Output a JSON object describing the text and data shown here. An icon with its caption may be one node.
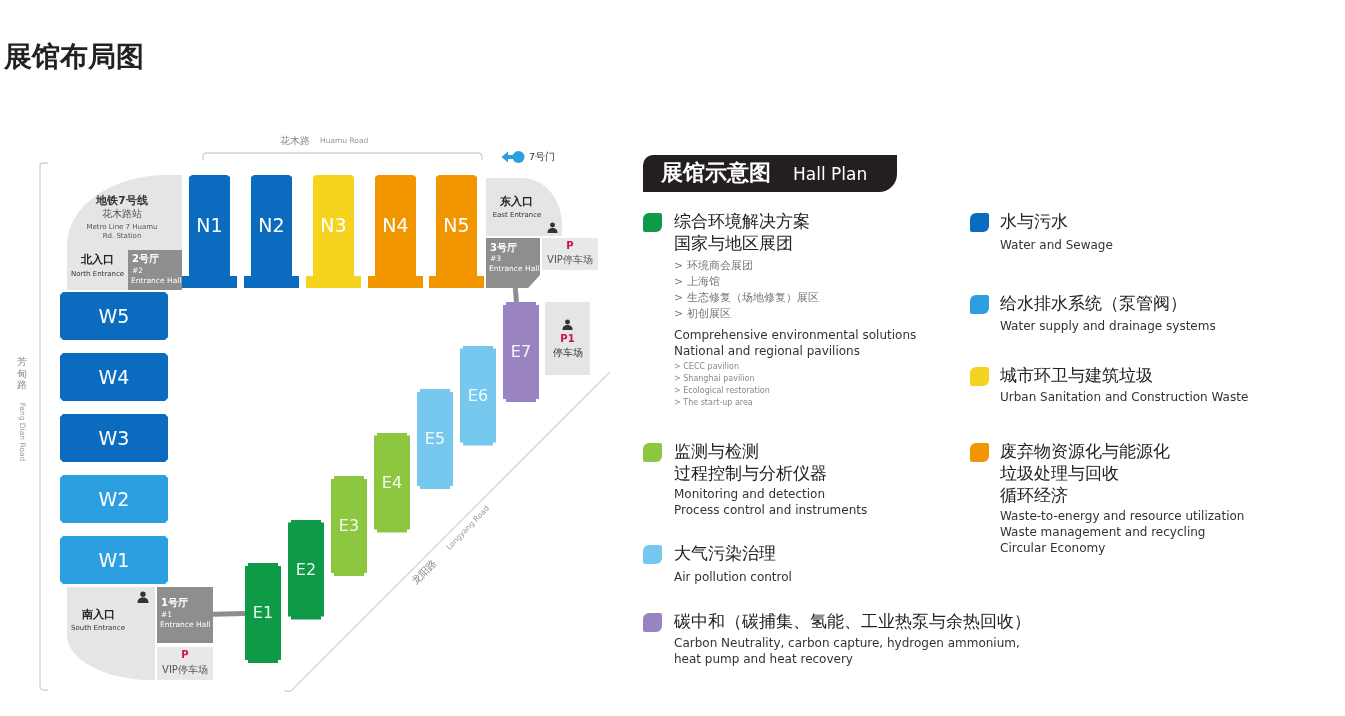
{
  "diagram": {
    "title": "展馆布局图",
    "nodes": [
      {
        "text": [
          "地铁7号线",
          "花木路站",
          "Metro Line 7 Huamu Rd. Station",
          "北入口",
          "North Entrance"
        ]
      },
      {
        "text": [
          "2号厅",
          "#2",
          "Entrance Hall"
        ],
        "in": 0
      },
      {
        "text": [
          "N1"
        ]
      },
      {
        "text": [
          "N2"
        ]
      },
      {
        "text": [
          "N3"
        ]
      },
      {
        "text": [
          "N4"
        ]
      },
      {
        "text": [
          "N5"
        ]
      },
      {
        "text": [
          "东入口",
          "East Entrance"
        ]
      },
      {
        "text": [
          "3号厅",
          "#3",
          "Entrance Hall"
        ]
      },
      {
        "text": [
          "P",
          "VIP停车场"
        ]
      },
      {
        "text": [
          "W5"
        ]
      },
      {
        "text": [
          "W4"
        ]
      },
      {
        "text": [
          "W3"
        ]
      },
      {
        "text": [
          "W2"
        ]
      },
      {
        "text": [
          "W1"
        ]
      },
      {
        "text": [
          "P1",
          "停车场"
        ]
      },
      {
        "text": [
          "E7"
        ]
      },
      {
        "text": [
          "E6"
        ]
      },
      {
        "text": [
          "E5"
        ]
      },
      {
        "text": [
          "E4"
        ]
      },
      {
        "text": [
          "E3"
        ]
      },
      {
        "text": [
          "E2"
        ]
      },
      {
        "text": [
          "E1"
        ]
      },
      {
        "text": [
          "南入口",
          "South Entrance"
        ]
      },
      {
        "text": [
          "1号厅",
          "#1",
          "Entrance Hall"
        ]
      },
      {
        "text": [
          "P",
          "VIP停车场"
        ]
      }
    ],
    "edges": [
      {
        "from": 8,
        "to": 16,
        "arrow": "none"
      },
      {
        "from": 24,
        "to": 22,
        "arrow": "none"
      }
    ],
    "labels": [
      "花木路",
      "Huamu Road",
      "7号门",
      "芳甸路",
      "Fang Dian Road",
      "龙阳路",
      "Longyang Road",
      "展馆示意图",
      "Hall Plan",
      "> 环境商会展团",
      "> 上海馆",
      "> 生态修复（场地修复）展区",
      "> 初创展区",
      "Comprehensive environmental solutions",
      "National and regional pavilions",
      "> CECC pavilion",
      "> Shanghai pavilion",
      "> Ecological restoration",
      "> The start-up area",
      "Monitoring and detection",
      "Process control and instruments",
      "Air pollution control",
      "Carbon Neutrality, carbon capture, hydrogen ammonium, heat pump and heat recovery",
      "Water and Sewage",
      "Water supply and drainage systems",
      "Urban Sanitation and Construction Waste",
      "Waste-to-energy and resource utilization",
      "Waste management and recycling",
      "Circular Economy"
    ],
    "legend": [
      {
        "text": "综合环境解决方案国家与地区展团",
        "color": "#0f9a47"
      },
      {
        "text": "监测与检测过程控制与分析仪器",
        "color": "#8dc63f"
      },
      {
        "text": "大气污染治理",
        "color": "#76c8ee"
      },
      {
        "text": "碳中和（碳捕集、氢能、工业热泵与余热回收）",
        "color": "#9983c1"
      },
      {
        "text": "水与污水",
        "color": "#0b6cbf"
      },
      {
        "text": "给水排水系统（泵管阀）",
        "color": "#2b9fe0"
      },
      {
        "text": "城市环卫与建筑垃圾",
        "color": "#f6d31e"
      },
      {
        "text": "废弃物资源化与能源化垃圾处理与回收循环经济",
        "color": "#f29600"
      }
    ]
  }
}
